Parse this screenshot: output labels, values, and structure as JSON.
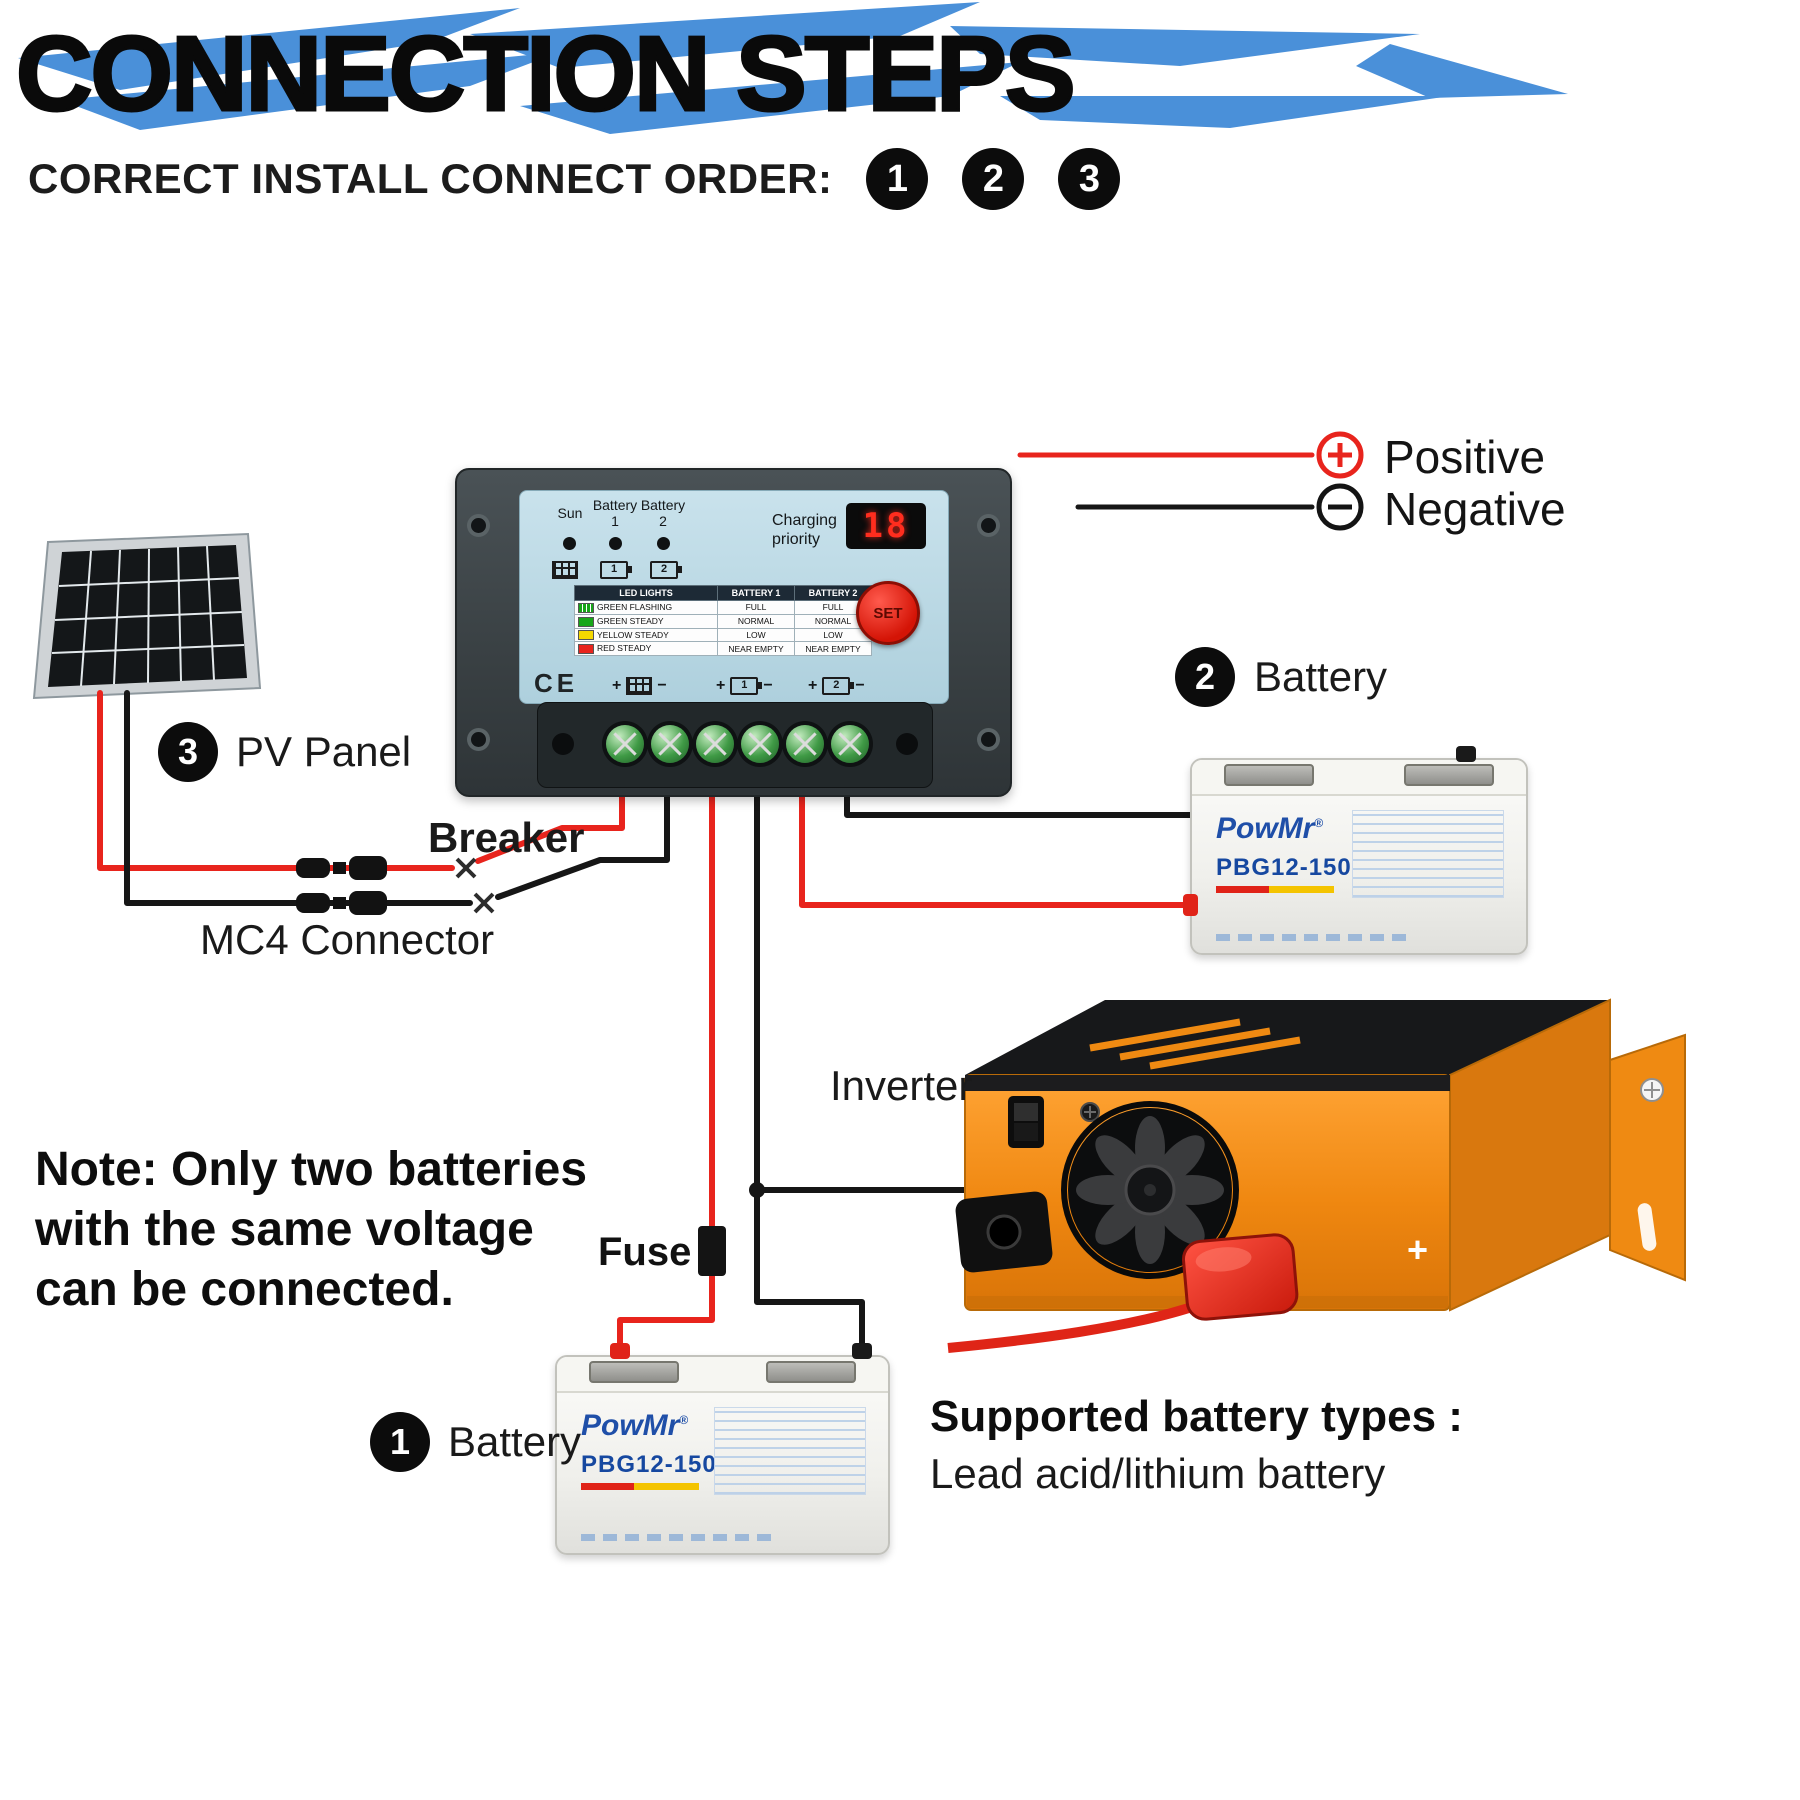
{
  "title": "CONNECTION STEPS",
  "subtitle": "CORRECT INSTALL CONNECT ORDER:",
  "order": [
    "1",
    "2",
    "3"
  ],
  "legend": {
    "positive": "Positive",
    "negative": "Negative"
  },
  "steps": {
    "pv": {
      "num": "3",
      "label": "PV Panel"
    },
    "battery2": {
      "num": "2",
      "label": "Battery"
    },
    "battery1": {
      "num": "1",
      "label": "Battery"
    }
  },
  "labels": {
    "breaker": "Breaker",
    "mc4": "MC4 Connector",
    "inverter": "Inverter",
    "fuse": "Fuse"
  },
  "note": {
    "line1": "Note: Only two batteries",
    "line2": "with the same voltage",
    "line3": "can be connected."
  },
  "supported": {
    "title": "Supported battery types :",
    "body": "Lead acid/lithium battery"
  },
  "controller": {
    "sun_label": "Sun",
    "battery1_label_line1": "Battery",
    "battery1_label_line2": "1",
    "battery2_label_line1": "Battery",
    "battery2_label_line2": "2",
    "charging_line1": "Charging",
    "charging_line2": "priority",
    "display": "18",
    "set": "SET",
    "ce": "CE",
    "plus": "+",
    "minus": "−",
    "icon1": "1",
    "icon2": "2",
    "table": {
      "headers": [
        "LED LIGHTS",
        "BATTERY 1",
        "BATTERY 2"
      ],
      "rows": [
        {
          "led": "GREEN FLASHING",
          "b1": "FULL",
          "b2": "FULL"
        },
        {
          "led": "GREEN STEADY",
          "b1": "NORMAL",
          "b2": "NORMAL"
        },
        {
          "led": "YELLOW STEADY",
          "b1": "LOW",
          "b2": "LOW"
        },
        {
          "led": "RED STEADY",
          "b1": "NEAR EMPTY",
          "b2": "NEAR EMPTY"
        }
      ]
    }
  },
  "battery": {
    "brand": "PowMr",
    "reg": "®",
    "model": "PBG12-150"
  },
  "inverter": {
    "plus": "+"
  },
  "colors": {
    "positive_red": "#e8241d",
    "negative_black": "#161616",
    "swoosh_blue": "#4a90d9",
    "inverter_orange": "#f28b16",
    "controller_face": "#bcd9e4"
  }
}
